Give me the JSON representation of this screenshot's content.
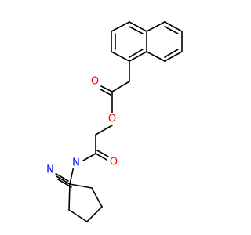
{
  "molecule": {
    "atoms": {
      "ester_o": {
        "text": "O",
        "color": "#ff0000"
      },
      "ester_carbonyl_o": {
        "text": "O",
        "color": "#ff0000"
      },
      "amide_o": {
        "text": "O",
        "color": "#ff0000"
      },
      "amide_n": {
        "text": "N",
        "color": "#0000ff"
      },
      "nitrile_n": {
        "text": "N",
        "color": "#0000ff"
      }
    }
  }
}
